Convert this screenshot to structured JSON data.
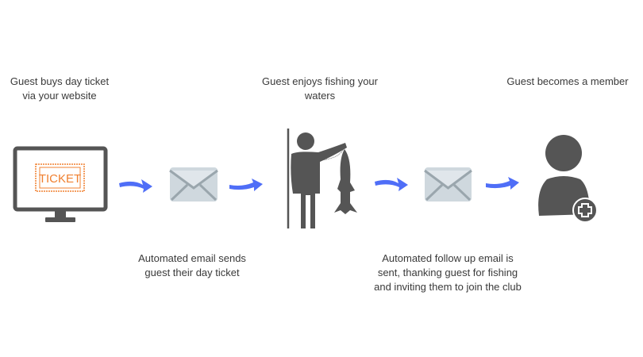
{
  "steps": {
    "buy": {
      "line1": "Guest buys day ticket",
      "line2": "via your website",
      "ticket_text": "TICKET"
    },
    "fish": {
      "line1": "Guest enjoys fishing your",
      "line2": "waters"
    },
    "member": {
      "line1": "Guest becomes a member"
    },
    "email1": {
      "line1": "Automated email sends",
      "line2": "guest their day ticket"
    },
    "email2": {
      "line1": "Automated follow up email is",
      "line2": "sent, thanking guest for fishing",
      "line3": "and inviting them to join the club"
    }
  },
  "colors": {
    "arrow": "#4f6ef7",
    "icon": "#555555",
    "ticket": "#f08030",
    "envelope": "#d3dce2"
  }
}
